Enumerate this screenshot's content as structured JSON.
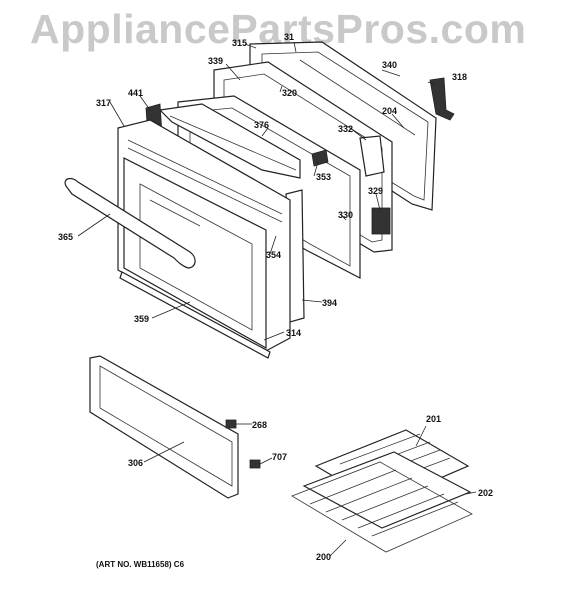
{
  "watermark": "AppliancePartsPros.com",
  "art_number": "(ART NO. WB11658) C6",
  "labels": {
    "p315": "315",
    "p31": "31",
    "p339": "339",
    "p340": "340",
    "p318": "318",
    "p441": "441",
    "p317": "317",
    "p320": "320",
    "p204": "204",
    "p376": "376",
    "p332": "332",
    "p353": "353",
    "p329": "329",
    "p330": "330",
    "p365": "365",
    "p354": "354",
    "p394": "394",
    "p359": "359",
    "p314": "314",
    "p268": "268",
    "p201": "201",
    "p306": "306",
    "p707": "707",
    "p202": "202",
    "p200": "200"
  }
}
